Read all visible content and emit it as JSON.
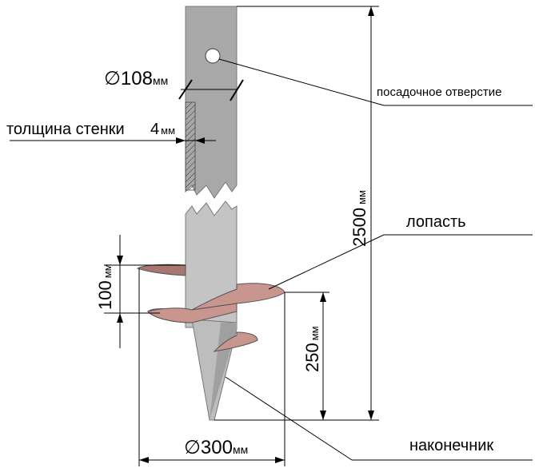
{
  "diagram": {
    "dimensions": {
      "pipe_diameter": {
        "symbol": "∅",
        "value": "108",
        "unit": "мм"
      },
      "wall_thickness": {
        "label": "толщина стенки",
        "value": "4",
        "unit": "мм"
      },
      "total_length": {
        "value": "2500",
        "unit": "мм"
      },
      "blade_pitch": {
        "value": "100",
        "unit": "мм"
      },
      "tip_height": {
        "value": "250",
        "unit": "мм"
      },
      "blade_diameter": {
        "symbol": "∅",
        "value": "300",
        "unit": "мм"
      }
    },
    "callouts": {
      "mounting_hole": "посадочное отверстие",
      "blade": "лопасть",
      "tip": "наконечник"
    },
    "colors": {
      "pipe": "#a8a8a8",
      "pipe_light": "#c4c4c4",
      "blade": "#c9968f",
      "blade_dark": "#a87770",
      "line": "#000000"
    }
  }
}
